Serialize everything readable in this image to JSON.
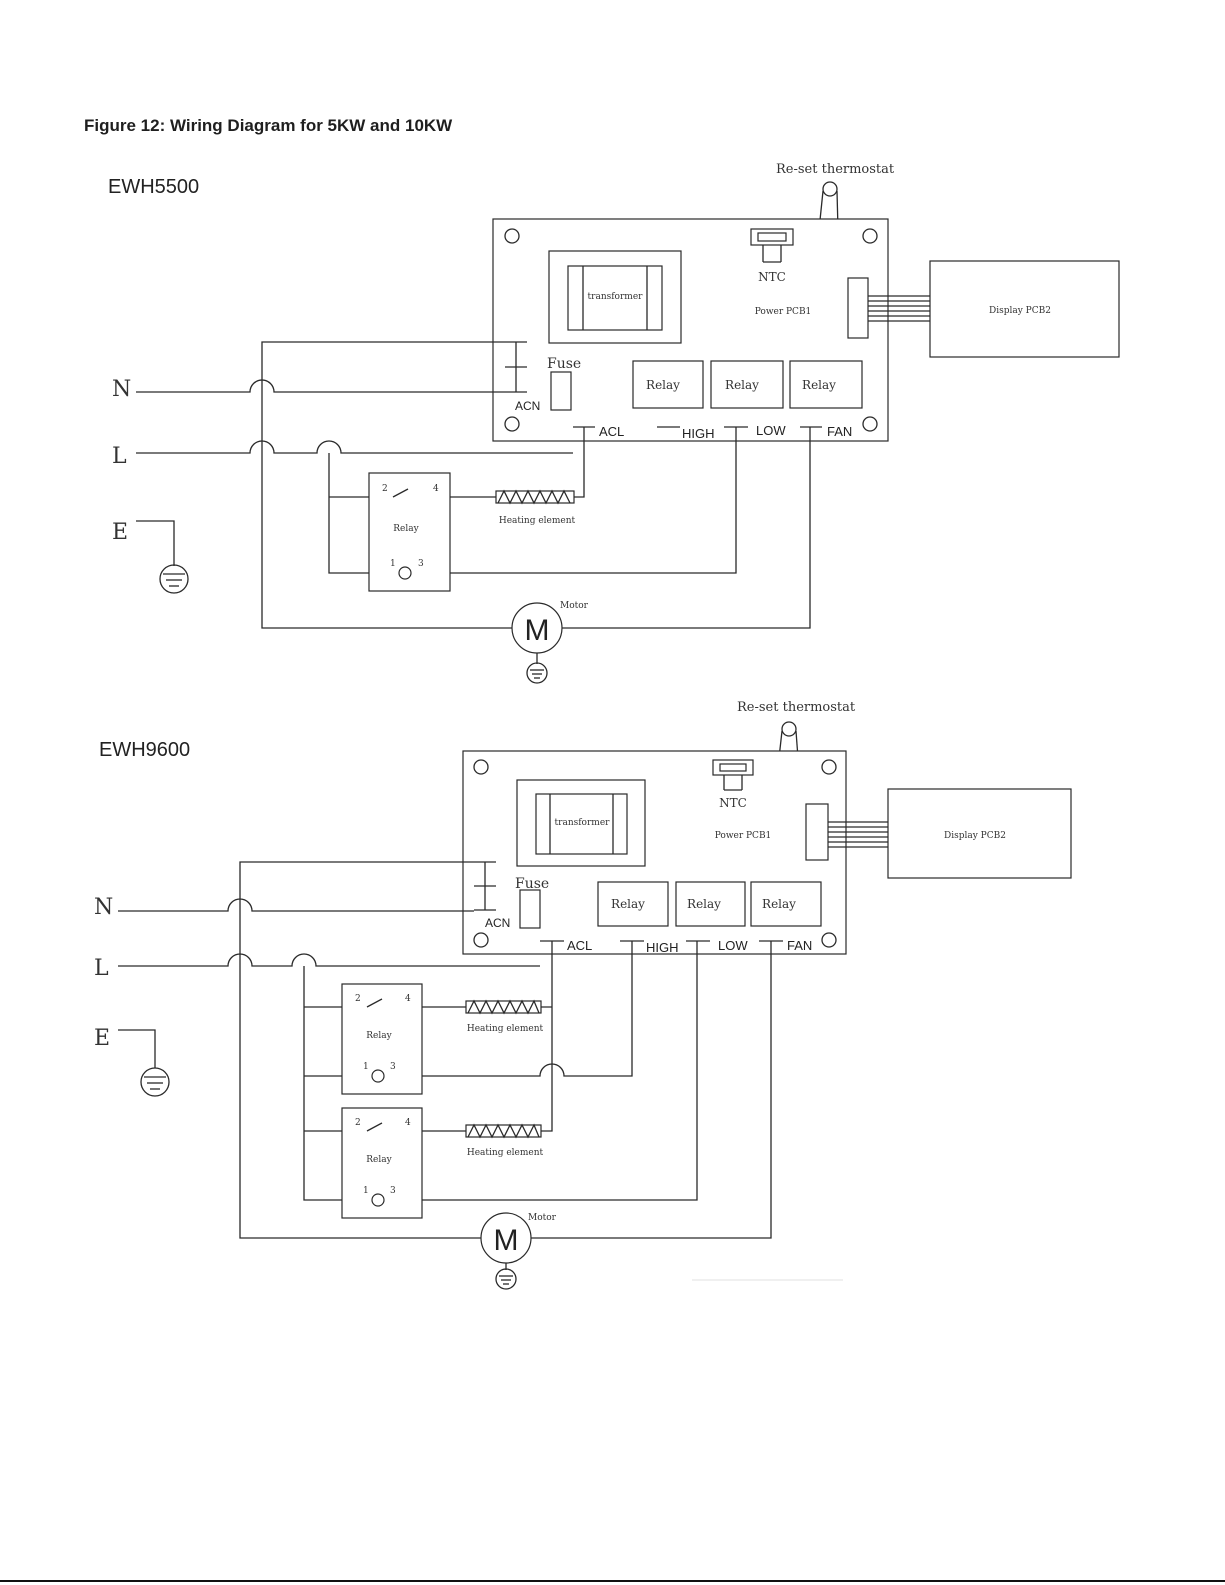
{
  "figure_title": "Figure 12: Wiring Diagram for 5KW and 10KW",
  "labels": {
    "reset_thermostat": "Re-set thermostat",
    "ntc": "NTC",
    "power_pcb": "Power PCB1",
    "display_pcb": "Display PCB2",
    "transformer": "transformer",
    "fuse": "Fuse",
    "acn": "ACN",
    "relay": "Relay",
    "heating_element": "Heating element",
    "motor": "Motor",
    "motor_symbol": "M",
    "terminals": {
      "acl": "ACL",
      "high": "HIGH",
      "low": "LOW",
      "fan": "FAN"
    },
    "lines": {
      "n": "N",
      "l": "L",
      "e": "E"
    },
    "relay_pins": {
      "p1": "1",
      "p2": "2",
      "p3": "3",
      "p4": "4"
    }
  },
  "diagrams": [
    {
      "model": "EWH5500"
    },
    {
      "model": "EWH9600"
    }
  ]
}
